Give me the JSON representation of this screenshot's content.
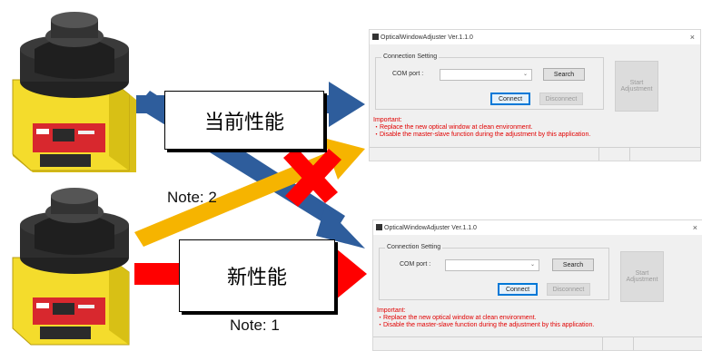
{
  "labels": {
    "current": "当前性能",
    "new": "新性能",
    "note2": "Note: 2",
    "note1": "Note: 1"
  },
  "window_top": {
    "title": "OpticalWindowAdjuster Ver.1.1.0",
    "close": "×",
    "group_title": "Connection Setting",
    "com_label": "COM port :",
    "combo_arrow": "⌄",
    "search": "Search",
    "connect": "Connect",
    "disconnect": "Disconnect",
    "start": "Start\nAdjustment",
    "important": "Important:",
    "line1": "・Replace the new optical window at clean environment.",
    "line2": "・Disable the master-slave function during the adjustment by this application."
  },
  "window_bottom": {
    "title": "OpticalWindowAdjuster Ver.1.1.0",
    "close": "×",
    "group_title": "Connection Setting",
    "com_label": "COM port :",
    "combo_arrow": "⌄",
    "search": "Search",
    "connect": "Connect",
    "disconnect": "Disconnect",
    "start": "Start\nAdjustment",
    "important": "Important:",
    "line1": "・Replace the new optical window at clean environment.",
    "line2": "・Disable the master-slave function during the adjustment by this application."
  },
  "colors": {
    "blue_arrow": "#2e5d9c",
    "yellow_arrow": "#f6b400",
    "red": "#ff0000",
    "device_yellow": "#f4dc2c",
    "device_red": "#d8282e"
  }
}
